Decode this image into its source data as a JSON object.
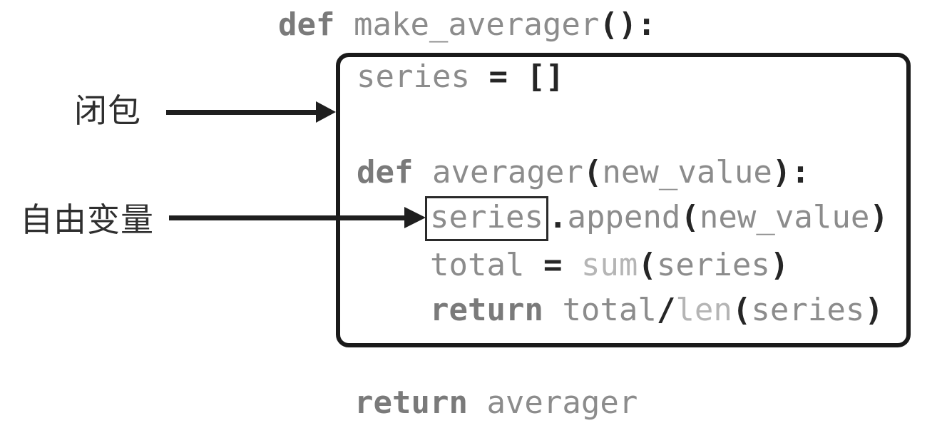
{
  "figure": {
    "background": "#ffffff",
    "colors": {
      "identifier": "#8c8c8c",
      "keyword": "#7a7a7a",
      "builtin": "#b5b5b5",
      "punctuation": "#262626",
      "box_border": "#1a1a1a",
      "arrow": "#1f1f1f",
      "label_text": "#2f2f2f"
    },
    "labels": {
      "closure": "闭包",
      "free_variable": "自由变量"
    },
    "code": {
      "line_outer_def": [
        {
          "t": "def ",
          "c": "kw"
        },
        {
          "t": "make_averager",
          "c": "id"
        },
        {
          "t": "():",
          "c": "p"
        }
      ],
      "line_series_init": [
        {
          "t": "series ",
          "c": "id"
        },
        {
          "t": "= []",
          "c": "p"
        }
      ],
      "line_inner_def": [
        {
          "t": "def ",
          "c": "kw"
        },
        {
          "t": "averager",
          "c": "id"
        },
        {
          "t": "(",
          "c": "p"
        },
        {
          "t": "new_value",
          "c": "id"
        },
        {
          "t": "):",
          "c": "p"
        }
      ],
      "line_append": [
        {
          "t": "series",
          "c": "id"
        },
        {
          "t": ".",
          "c": "p"
        },
        {
          "t": "append",
          "c": "id"
        },
        {
          "t": "(",
          "c": "p"
        },
        {
          "t": "new_value",
          "c": "id"
        },
        {
          "t": ")",
          "c": "p"
        }
      ],
      "line_total": [
        {
          "t": "total ",
          "c": "id"
        },
        {
          "t": "= ",
          "c": "p"
        },
        {
          "t": "sum",
          "c": "bi"
        },
        {
          "t": "(",
          "c": "p"
        },
        {
          "t": "series",
          "c": "id"
        },
        {
          "t": ")",
          "c": "p"
        }
      ],
      "line_return_inner": [
        {
          "t": "return ",
          "c": "kw"
        },
        {
          "t": "total",
          "c": "id"
        },
        {
          "t": "/",
          "c": "p"
        },
        {
          "t": "len",
          "c": "bi"
        },
        {
          "t": "(",
          "c": "p"
        },
        {
          "t": "series",
          "c": "id"
        },
        {
          "t": ")",
          "c": "p"
        }
      ],
      "line_return_outer": [
        {
          "t": "return ",
          "c": "kw"
        },
        {
          "t": "averager",
          "c": "id"
        }
      ]
    }
  }
}
